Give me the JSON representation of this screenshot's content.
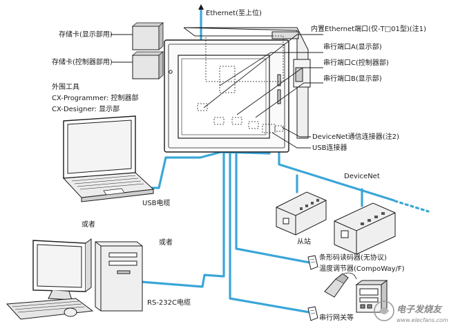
{
  "labels": {
    "ethernet": "Ethernet(至上位)",
    "memcard_display": "存储卡(显示部用)",
    "memcard_controller": "存储卡(控制器部用)",
    "builtin_ethernet": "内置Ethernet端口(仅-T□01型)(注1)",
    "serial_a": "串行端口A(显示部)",
    "serial_c": "串行端口C(控制器部)",
    "serial_b": "串行端口B(显示部)",
    "peripheral_title": "外围工具",
    "cx_programmer": "CX-Programmer: 控制器部",
    "cx_designer": "CX-Designer: 显示部",
    "devicenet_connector": "DeviceNet通信连接器(注2)",
    "usb_connector": "USB连接器",
    "devicenet": "DeviceNet",
    "usb_cable": "USB电缆",
    "or_1": "或者",
    "or_2": "或者",
    "slave": "从站",
    "barcode": "条形码读码器(无协议)",
    "temp_controller": "温度调节器(CompoWay/F)",
    "rs232c": "RS-232C电缆",
    "serial_gateway": "串行网关等"
  },
  "watermark": {
    "text": "电子发烧友",
    "url": "www.elecfans.com"
  },
  "colors": {
    "cable": "#3aa6d8",
    "ink": "#1a1a1a",
    "device_fill": "#e8e8e8",
    "device_dark": "#555555"
  }
}
